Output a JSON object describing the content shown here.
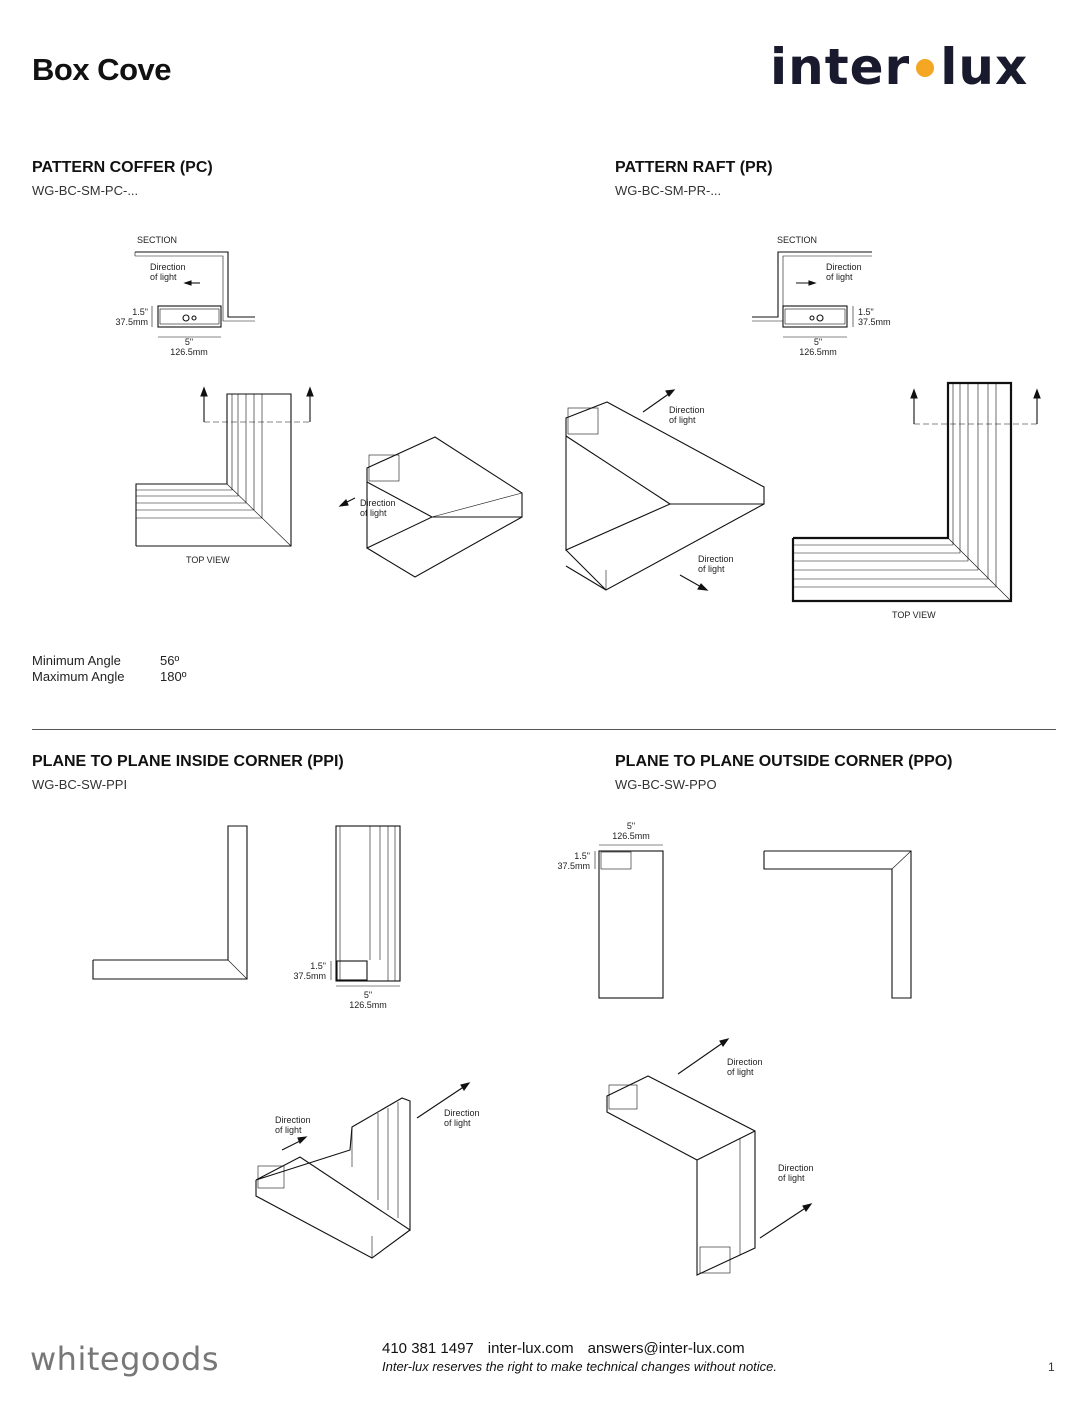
{
  "header": {
    "title": "Box Cove",
    "logo_left": "inter",
    "logo_right": "lux",
    "logo_dot_color": "#f5a623"
  },
  "sections": {
    "pc": {
      "title": "PATTERN COFFER (PC)",
      "code": "WG-BC-SM-PC-..."
    },
    "pr": {
      "title": "PATTERN RAFT (PR)",
      "code": "WG-BC-SM-PR-..."
    },
    "ppi": {
      "title": "PLANE TO PLANE INSIDE CORNER (PPI)",
      "code": "WG-BC-SW-PPI"
    },
    "ppo": {
      "title": "PLANE TO PLANE OUTSIDE CORNER (PPO)",
      "code": "WG-BC-SW-PPO"
    }
  },
  "labels": {
    "section": "SECTION",
    "direction": "Direction",
    "of_light": "of light",
    "top_view": "TOP VIEW",
    "dim_h_in": "1.5\"",
    "dim_h_mm": "37.5mm",
    "dim_w_in": "5\"",
    "dim_w_mm": "126.5mm"
  },
  "specs": {
    "min_label": "Minimum Angle",
    "min_value": "56º",
    "max_label": "Maximum Angle",
    "max_value": "180º"
  },
  "footer": {
    "brand": "whitegoods",
    "phone": "410 381 1497",
    "website": "inter-lux.com",
    "email": "answers@inter-lux.com",
    "note": "Inter-lux reserves the right to make technical changes without notice.",
    "page": "1"
  }
}
